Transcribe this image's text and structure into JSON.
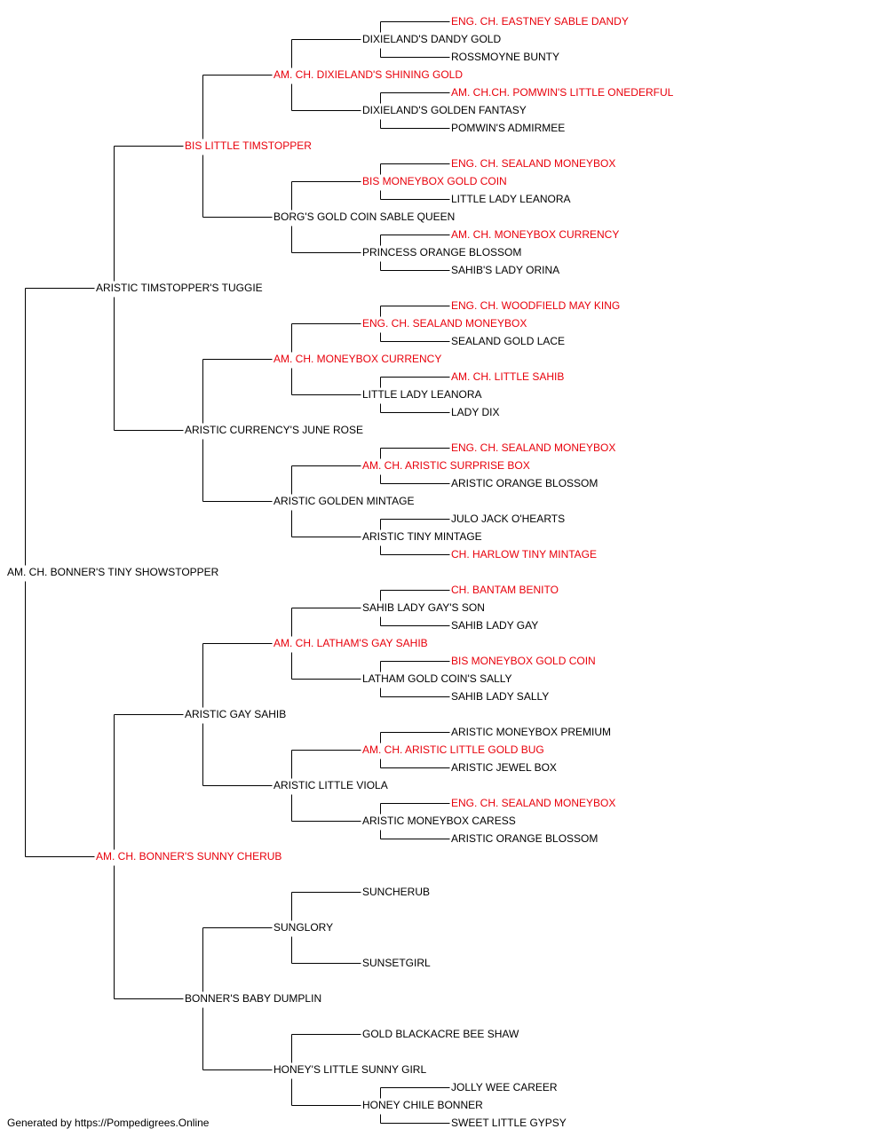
{
  "colors": {
    "champion": "#e8000b",
    "normal": "#000000",
    "line": "#000000"
  },
  "pedigree": {
    "name": "AM. CH. BONNER'S TINY SHOWSTOPPER",
    "champion": false,
    "sire": {
      "name": "ARISTIC TIMSTOPPER'S TUGGIE",
      "champion": false,
      "sire": {
        "name": "BIS LITTLE TIMSTOPPER",
        "champion": true,
        "sire": {
          "name": "AM. CH. DIXIELAND'S SHINING GOLD",
          "champion": true,
          "sire": {
            "name": "DIXIELAND'S DANDY GOLD",
            "champion": false,
            "sire": {
              "name": "ENG. CH. EASTNEY SABLE DANDY",
              "champion": true
            },
            "dam": {
              "name": "ROSSMOYNE BUNTY",
              "champion": false
            }
          },
          "dam": {
            "name": "DIXIELAND'S GOLDEN FANTASY",
            "champion": false,
            "sire": {
              "name": "AM. CH.CH. POMWIN'S LITTLE ONEDERFUL",
              "champion": true
            },
            "dam": {
              "name": "POMWIN'S ADMIRMEE",
              "champion": false
            }
          }
        },
        "dam": {
          "name": "BORG'S GOLD COIN SABLE QUEEN",
          "champion": false,
          "sire": {
            "name": "BIS MONEYBOX GOLD COIN",
            "champion": true,
            "sire": {
              "name": "ENG. CH. SEALAND MONEYBOX",
              "champion": true
            },
            "dam": {
              "name": "LITTLE LADY LEANORA",
              "champion": false
            }
          },
          "dam": {
            "name": "PRINCESS ORANGE BLOSSOM",
            "champion": false,
            "sire": {
              "name": "AM. CH. MONEYBOX CURRENCY",
              "champion": true
            },
            "dam": {
              "name": "SAHIB'S LADY ORINA",
              "champion": false
            }
          }
        }
      },
      "dam": {
        "name": "ARISTIC CURRENCY'S JUNE ROSE",
        "champion": false,
        "sire": {
          "name": "AM. CH. MONEYBOX CURRENCY",
          "champion": true,
          "sire": {
            "name": "ENG. CH. SEALAND MONEYBOX",
            "champion": true,
            "sire": {
              "name": "ENG. CH. WOODFIELD MAY KING",
              "champion": true
            },
            "dam": {
              "name": "SEALAND GOLD LACE",
              "champion": false
            }
          },
          "dam": {
            "name": "LITTLE LADY LEANORA",
            "champion": false,
            "sire": {
              "name": "AM. CH. LITTLE SAHIB",
              "champion": true
            },
            "dam": {
              "name": "LADY DIX",
              "champion": false
            }
          }
        },
        "dam": {
          "name": "ARISTIC GOLDEN MINTAGE",
          "champion": false,
          "sire": {
            "name": "AM. CH. ARISTIC SURPRISE BOX",
            "champion": true,
            "sire": {
              "name": "ENG. CH. SEALAND MONEYBOX",
              "champion": true
            },
            "dam": {
              "name": "ARISTIC ORANGE BLOSSOM",
              "champion": false
            }
          },
          "dam": {
            "name": "ARISTIC TINY MINTAGE",
            "champion": false,
            "sire": {
              "name": "JULO JACK O'HEARTS",
              "champion": false
            },
            "dam": {
              "name": "CH. HARLOW TINY MINTAGE",
              "champion": true
            }
          }
        }
      }
    },
    "dam": {
      "name": "AM. CH. BONNER'S SUNNY CHERUB",
      "champion": true,
      "sire": {
        "name": "ARISTIC GAY SAHIB",
        "champion": false,
        "sire": {
          "name": "AM. CH. LATHAM'S GAY SAHIB",
          "champion": true,
          "sire": {
            "name": "SAHIB LADY GAY'S SON",
            "champion": false,
            "sire": {
              "name": "CH. BANTAM BENITO",
              "champion": true
            },
            "dam": {
              "name": "SAHIB LADY GAY",
              "champion": false
            }
          },
          "dam": {
            "name": "LATHAM GOLD COIN'S SALLY",
            "champion": false,
            "sire": {
              "name": "BIS MONEYBOX GOLD COIN",
              "champion": true
            },
            "dam": {
              "name": "SAHIB LADY SALLY",
              "champion": false
            }
          }
        },
        "dam": {
          "name": "ARISTIC LITTLE VIOLA",
          "champion": false,
          "sire": {
            "name": "AM. CH. ARISTIC LITTLE GOLD BUG",
            "champion": true,
            "sire": {
              "name": "ARISTIC MONEYBOX PREMIUM",
              "champion": false
            },
            "dam": {
              "name": "ARISTIC JEWEL BOX",
              "champion": false
            }
          },
          "dam": {
            "name": "ARISTIC MONEYBOX CARESS",
            "champion": false,
            "sire": {
              "name": "ENG. CH. SEALAND MONEYBOX",
              "champion": true
            },
            "dam": {
              "name": "ARISTIC ORANGE BLOSSOM",
              "champion": false
            }
          }
        }
      },
      "dam": {
        "name": "BONNER'S BABY DUMPLIN",
        "champion": false,
        "sire": {
          "name": "SUNGLORY",
          "champion": false,
          "sire": {
            "name": "SUNCHERUB",
            "champion": false
          },
          "dam": {
            "name": "SUNSETGIRL",
            "champion": false
          }
        },
        "dam": {
          "name": "HONEY'S LITTLE SUNNY GIRL",
          "champion": false,
          "sire": {
            "name": "GOLD BLACKACRE BEE SHAW",
            "champion": false
          },
          "dam": {
            "name": "HONEY CHILE BONNER",
            "champion": false,
            "sire": {
              "name": "JOLLY WEE CAREER",
              "champion": false
            },
            "dam": {
              "name": "SWEET LITTLE GYPSY",
              "champion": false
            }
          }
        }
      }
    }
  },
  "footer": "Generated by https://Pompedigrees.Online"
}
